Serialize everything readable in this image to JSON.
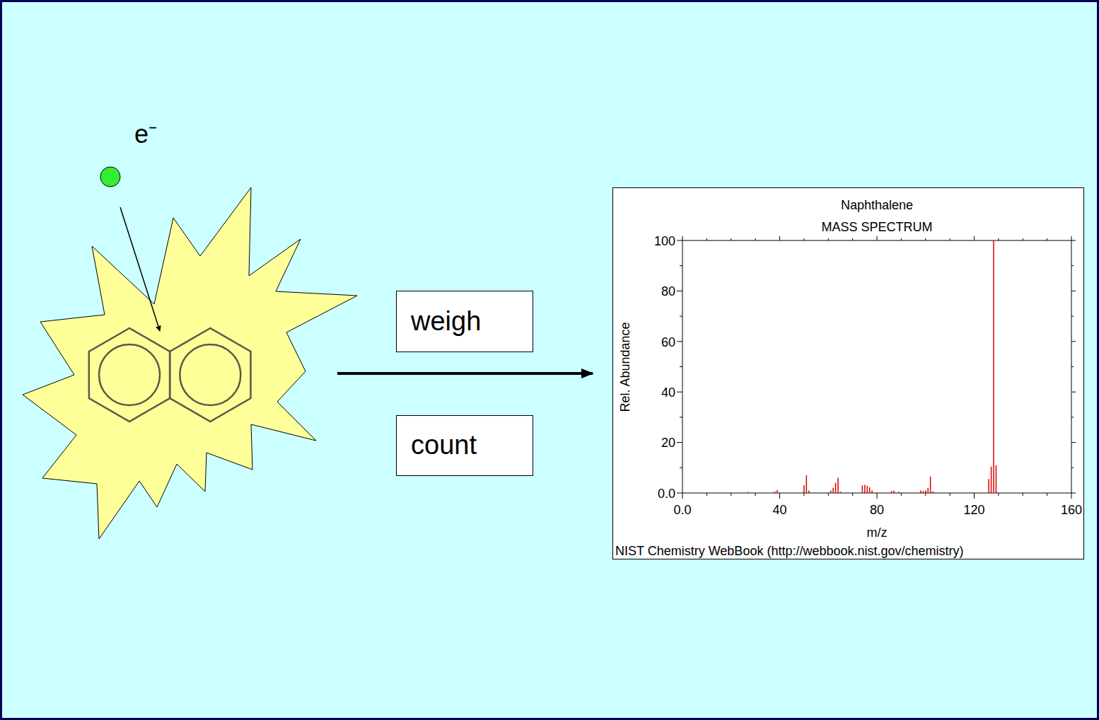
{
  "diagram": {
    "nodes": [
      {
        "text": [
          "weigh"
        ]
      },
      {
        "text": [
          "count"
        ]
      },
      {
        "text": [
          "Naphthalene",
          "MASS SPECTRUM",
          "NIST Chemistry WebBook (http://webbook.nist.gov/chemistry)"
        ]
      }
    ],
    "labels": [
      "e⁻",
      "100",
      "80",
      "60",
      "40",
      "20",
      "0.0",
      "0.0",
      "40",
      "80",
      "120",
      "160",
      "Rel. Abundance",
      "m/z"
    ]
  }
}
